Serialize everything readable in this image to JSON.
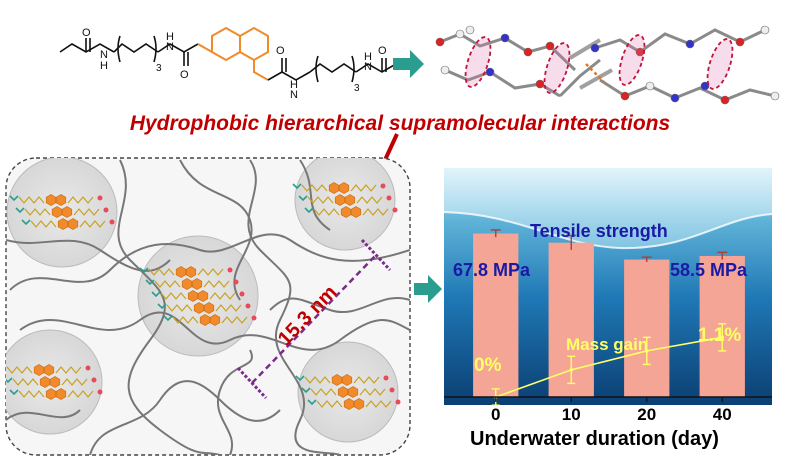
{
  "heading": "Hydrophobic hierarchical supramolecular interactions",
  "colors": {
    "heading": "#c00000",
    "arrow": "#2a9d8f",
    "naphthalene": "#f08a2a",
    "bar": "#f4a596",
    "mass_line": "#ffff66",
    "water_label": "#1a1aa6",
    "spacing_line": "#7a2b8c"
  },
  "molecule": {
    "subscript_left": "3",
    "subscript_right": "3",
    "atom_O": "O",
    "atom_H": "H",
    "atom_N": "N"
  },
  "network": {
    "distance_label": "15.3 nm"
  },
  "chart_data": {
    "type": "bar",
    "title": "Tensile strength",
    "xlabel": "Underwater duration (day)",
    "categories": [
      "0",
      "10",
      "20",
      "40"
    ],
    "series": [
      {
        "name": "Tensile strength",
        "values": [
          67.8,
          64.0,
          57.0,
          58.5
        ],
        "errors": [
          1.5,
          3.0,
          1.0,
          1.5
        ]
      },
      {
        "name": "Mass gain",
        "values": [
          0,
          0.5,
          0.85,
          1.1
        ],
        "errors": [
          0.15,
          0.25,
          0.25,
          0.25
        ]
      }
    ],
    "annotations": {
      "first_strength": "67.8 MPa",
      "last_strength": "58.5 MPa",
      "series_label": "Mass gain",
      "first_mass": "0%",
      "last_mass": "1.1%"
    },
    "ylim_strength": [
      0,
      90
    ],
    "ylim_mass": [
      0,
      4.0
    ],
    "grid": false
  }
}
